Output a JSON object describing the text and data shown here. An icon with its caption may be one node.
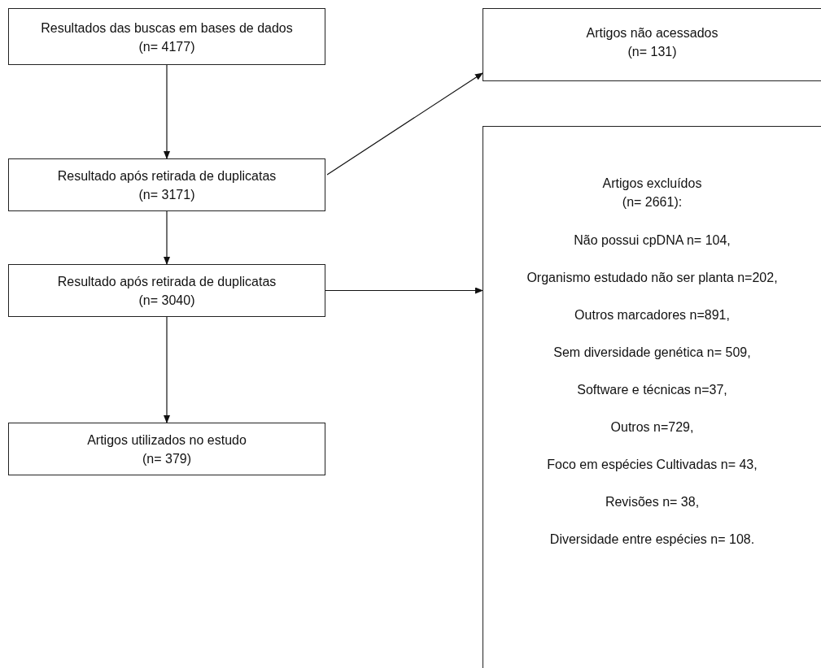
{
  "diagram": {
    "nodes": [
      {
        "text": [
          "Resultados das buscas em bases de dados",
          "(n= 4177)"
        ]
      },
      {
        "text": [
          "Resultado após retirada de duplicatas",
          "(n= 3171)"
        ]
      },
      {
        "text": [
          "Resultado após retirada de duplicatas",
          "(n= 3040)"
        ]
      },
      {
        "text": [
          "Artigos utilizados no estudo",
          "(n= 379)"
        ]
      },
      {
        "text": [
          "Artigos não acessados",
          "(n= 131)"
        ]
      },
      {
        "text": [
          "Artigos excluídos",
          "(n= 2661):",
          "Não possui cpDNA  n= 104,",
          "Organismo estudado não ser planta n=202,",
          "Outros marcadores n=891,",
          "Sem diversidade genética n= 509,",
          "Software e técnicas n=37,",
          "Outros n=729,",
          "Foco em espécies Cultivadas n= 43,",
          "Revisões n= 38,",
          "Diversidade entre espécies n= 108."
        ]
      }
    ],
    "edges": [
      {
        "from": 0,
        "to": 1,
        "arrow": "to"
      },
      {
        "from": 1,
        "to": 2,
        "arrow": "to"
      },
      {
        "from": 2,
        "to": 3,
        "arrow": "to"
      },
      {
        "from": 1,
        "to": 4,
        "arrow": "to"
      },
      {
        "from": 2,
        "to": 5,
        "arrow": "to"
      }
    ]
  }
}
